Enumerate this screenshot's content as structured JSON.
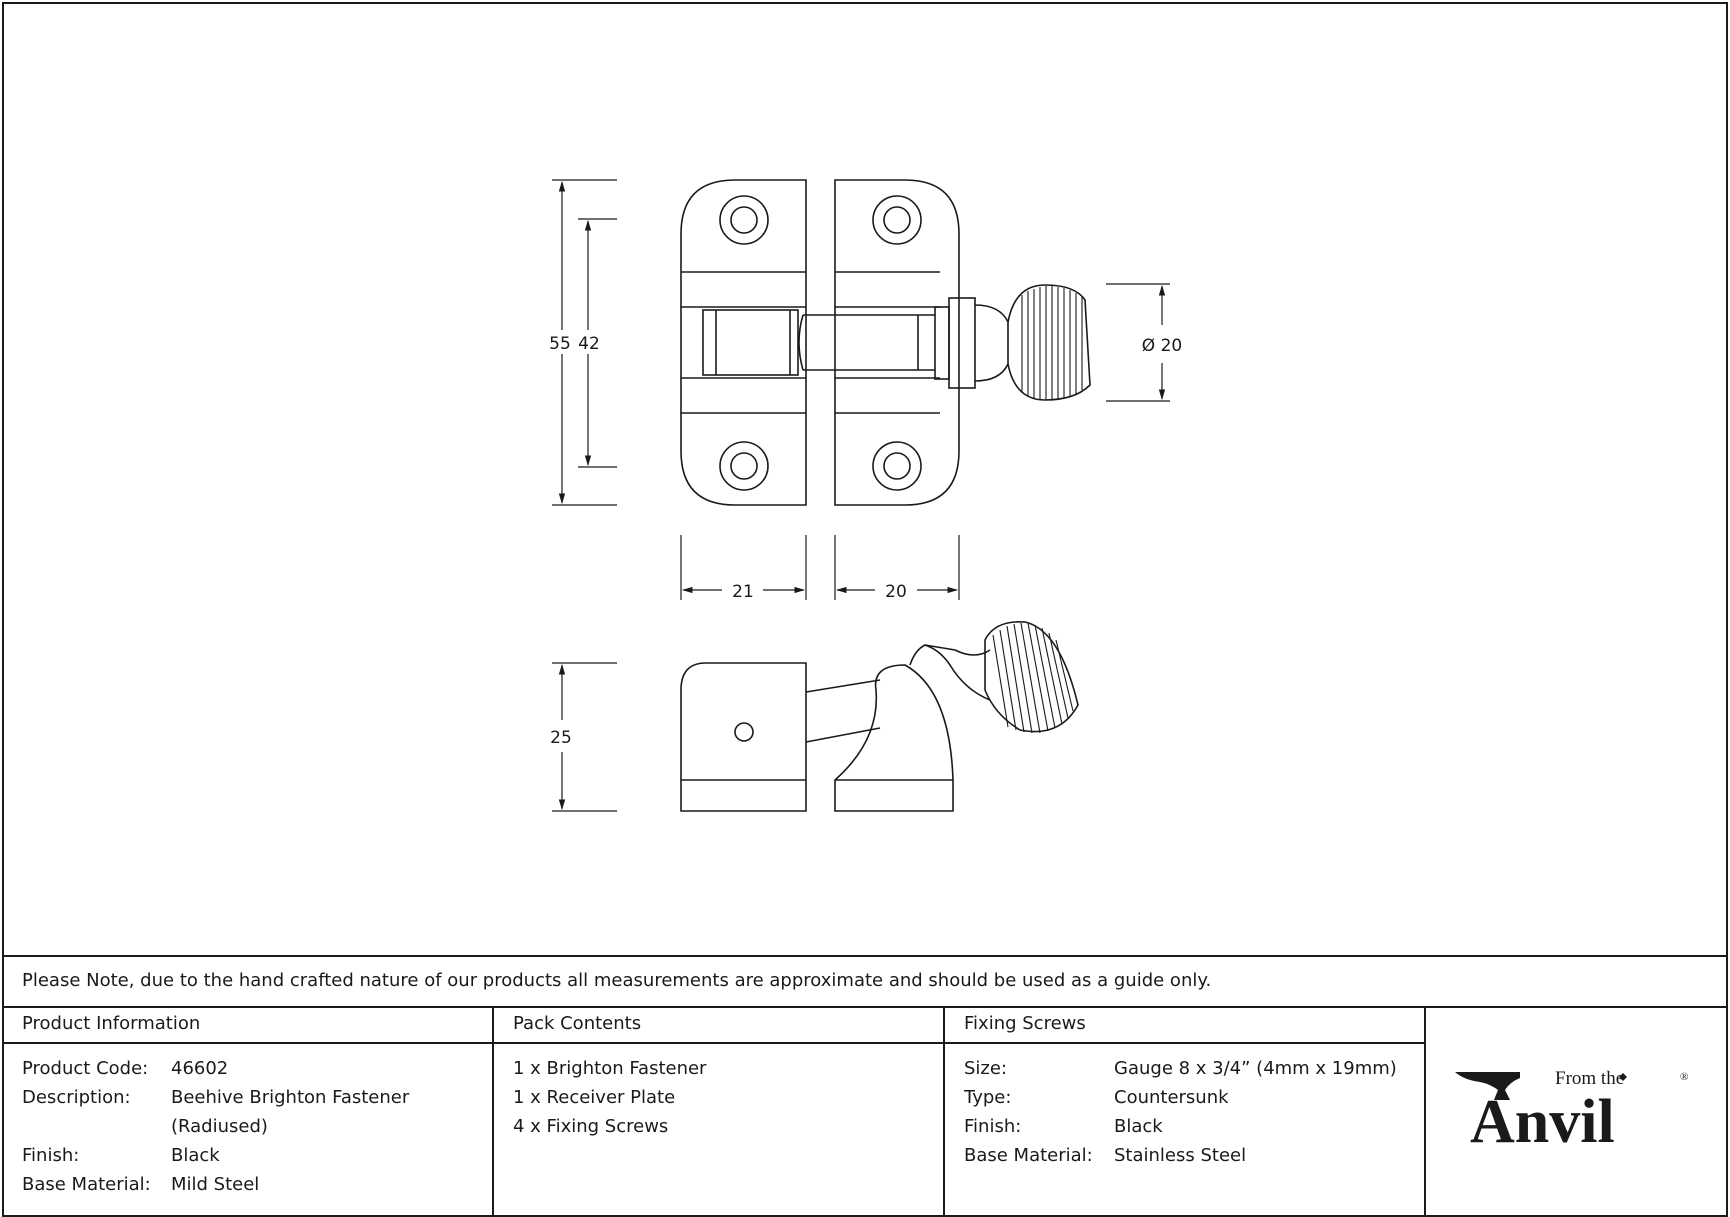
{
  "dimensions": {
    "height_total": "55",
    "height_holes": "42",
    "width_left": "21",
    "width_right": "20",
    "knob_diameter": "Ø 20",
    "depth": "25"
  },
  "note": "Please Note, due to the hand crafted nature of our products all measurements are approximate and should be used as a guide only.",
  "product_info": {
    "title": "Product Information",
    "rows": [
      {
        "label": "Product Code:",
        "value": "46602"
      },
      {
        "label": "Description:",
        "value": "Beehive Brighton Fastener"
      },
      {
        "label": "",
        "value": "(Radiused)"
      },
      {
        "label": "Finish:",
        "value": "Black"
      },
      {
        "label": "Base Material:",
        "value": "Mild Steel"
      }
    ]
  },
  "pack_contents": {
    "title": "Pack Contents",
    "items": [
      "1 x Brighton Fastener",
      "1 x Receiver Plate",
      "4 x Fixing Screws"
    ]
  },
  "fixing_screws": {
    "title": "Fixing Screws",
    "rows": [
      {
        "label": "Size:",
        "value": "Gauge 8 x 3/4” (4mm x 19mm)"
      },
      {
        "label": "Type:",
        "value": "Countersunk"
      },
      {
        "label": "Finish:",
        "value": "Black"
      },
      {
        "label": "Base Material:",
        "value": "Stainless Steel"
      }
    ]
  },
  "logo": {
    "small_text": "From the",
    "big_text": "Anvil",
    "registered": "®"
  }
}
